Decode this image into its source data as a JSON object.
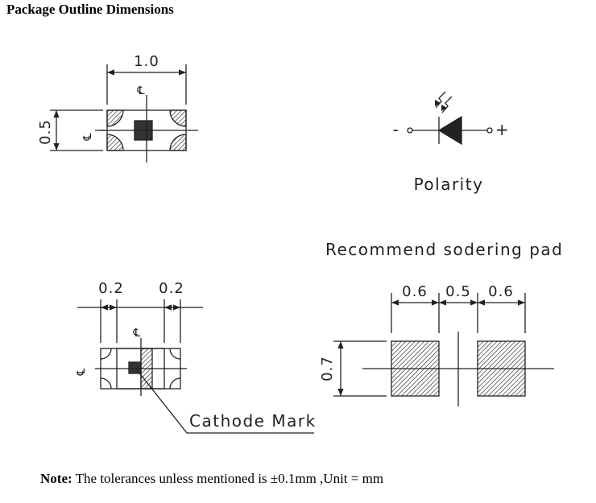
{
  "title": "Package Outline Dimensions",
  "top_view": {
    "width_label": "1.0",
    "height_label": "0.5",
    "centerline_symbol": "℄"
  },
  "polarity": {
    "label": "Polarity",
    "minus": "-",
    "plus": "+",
    "symbol": "led-diode-icon"
  },
  "bottom_view": {
    "left_label": "0.2",
    "right_label": "0.2",
    "cathode_label": "Cathode Mark"
  },
  "pad": {
    "title": "Recommend sodering pad",
    "left_label": "0.6",
    "middle_label": "0.5",
    "right_label": "0.6",
    "height_label": "0.7"
  },
  "note": {
    "bold": "Note:",
    "text": " The tolerances unless mentioned is  ±0.1mm ,Unit = mm"
  },
  "colors": {
    "line": "#222222",
    "fill_dark": "#333333"
  }
}
